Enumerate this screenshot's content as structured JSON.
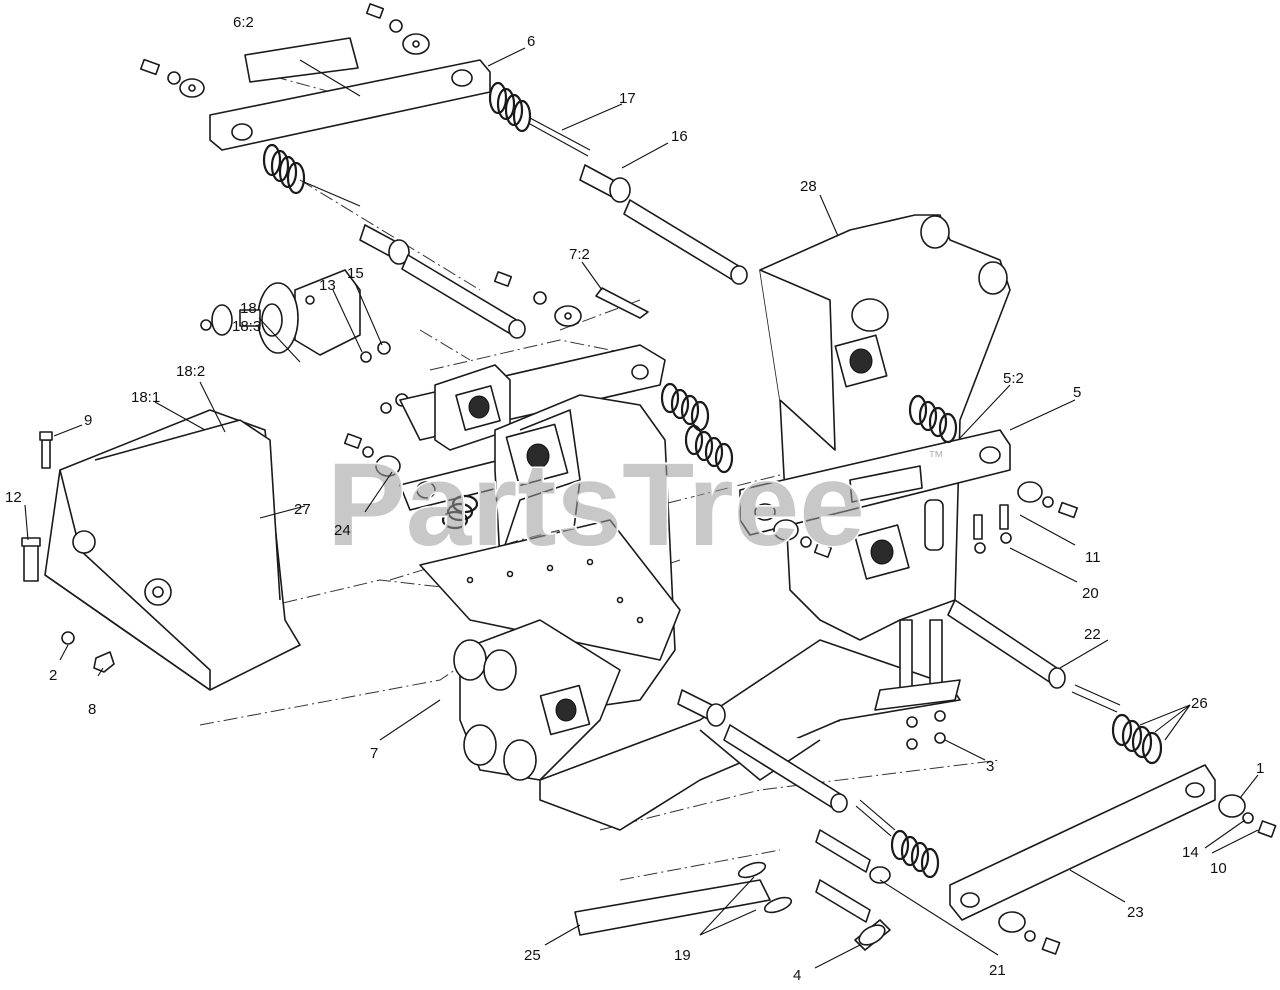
{
  "watermark": {
    "brand": "PartsTree",
    "trademark": "™"
  },
  "callouts": {
    "c1": "1",
    "c2": "2",
    "c3": "3",
    "c4": "4",
    "c5": "5",
    "c5_2": "5:2",
    "c6": "6",
    "c6_2": "6:2",
    "c7": "7",
    "c7_2": "7:2",
    "c8": "8",
    "c9": "9",
    "c10": "10",
    "c11": "11",
    "c12": "12",
    "c13": "13",
    "c14": "14",
    "c15": "15",
    "c16": "16",
    "c17": "17",
    "c18": "18",
    "c18_1": "18:1",
    "c18_2": "18:2",
    "c18_3": "18:3",
    "c19": "19",
    "c20": "20",
    "c21": "21",
    "c22": "22",
    "c23": "23",
    "c24": "24",
    "c25": "25",
    "c26": "26",
    "c27": "27",
    "c28": "28"
  }
}
